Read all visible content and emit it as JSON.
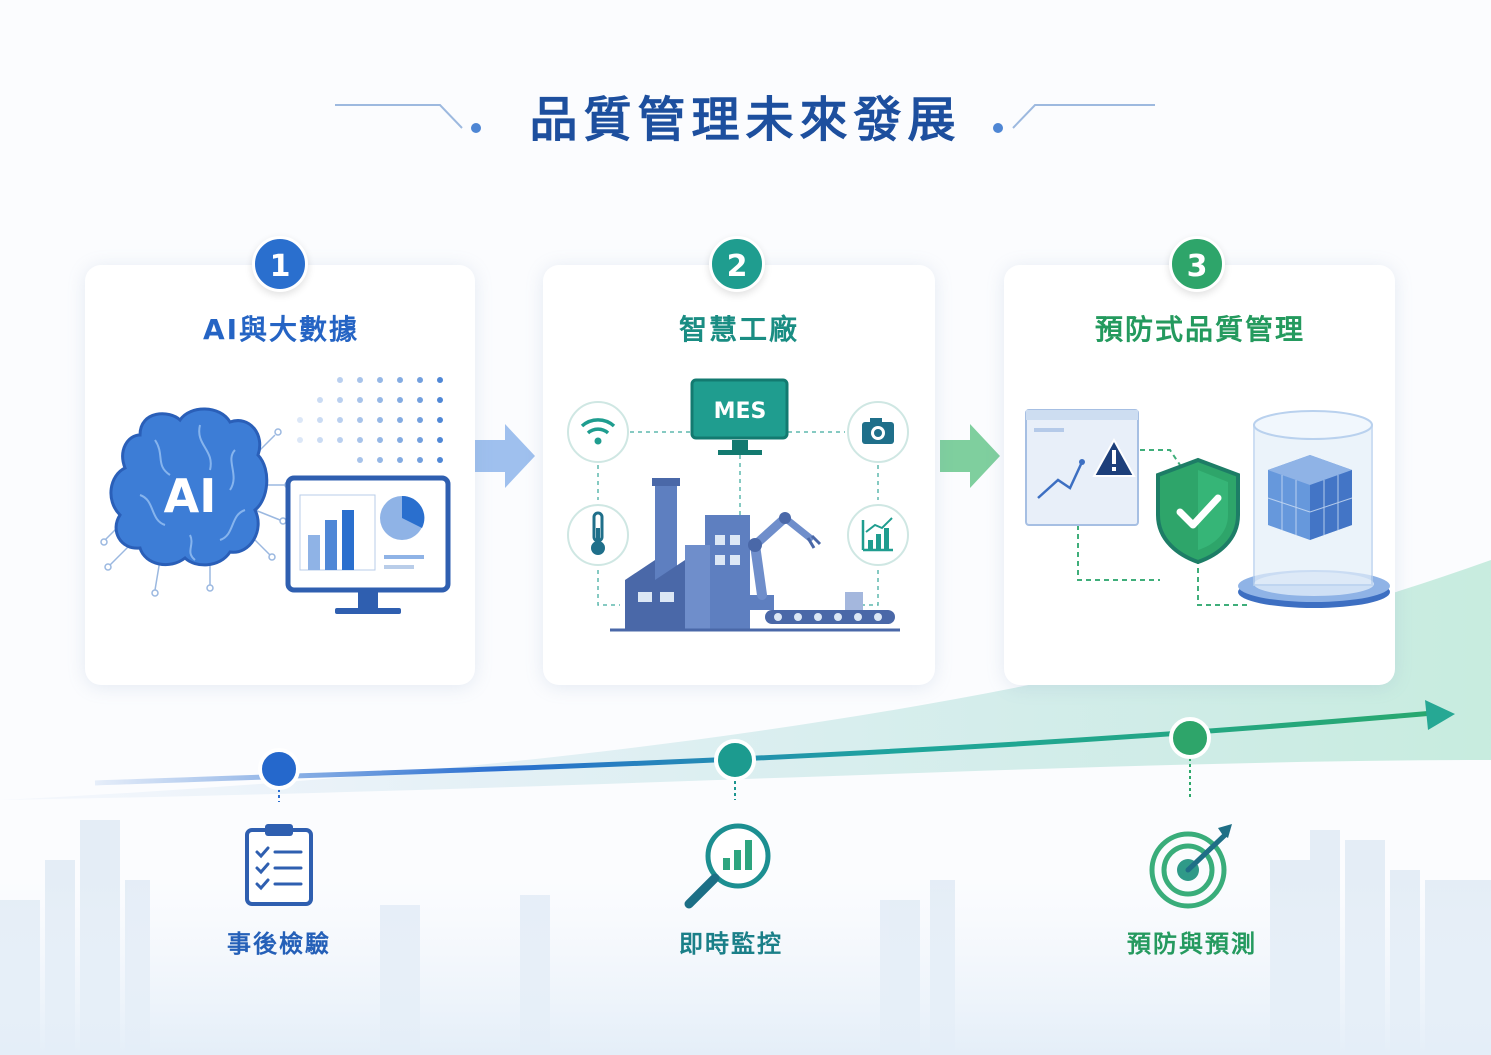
{
  "title": "品質管理未來發展",
  "steps": [
    {
      "number": "1",
      "title": "AI與大數據",
      "color": "#2a6fce",
      "illustration_text": "AI"
    },
    {
      "number": "2",
      "title": "智慧工廠",
      "color": "#1f9d8f",
      "illustration_text": "MES"
    },
    {
      "number": "3",
      "title": "預防式品質管理",
      "color": "#2ea56a"
    }
  ],
  "timeline": [
    {
      "label": "事後檢驗",
      "icon": "clipboard-checklist-icon",
      "color": "#2560b8"
    },
    {
      "label": "即時監控",
      "icon": "magnifier-chart-icon",
      "color": "#1a7f88"
    },
    {
      "label": "預防與預測",
      "icon": "target-arrow-icon",
      "color": "#259a5f"
    }
  ],
  "card_icons": {
    "card1": [
      "brain-icon",
      "monitor-bar-chart-icon",
      "pie-chart-icon",
      "dot-matrix-icon"
    ],
    "card2": [
      "wifi-icon",
      "camera-icon",
      "thermometer-icon",
      "line-chart-icon",
      "factory-icon",
      "robot-arm-icon",
      "conveyor-icon"
    ],
    "card3": [
      "dashboard-warning-icon",
      "shield-check-icon",
      "data-cube-icon"
    ]
  }
}
